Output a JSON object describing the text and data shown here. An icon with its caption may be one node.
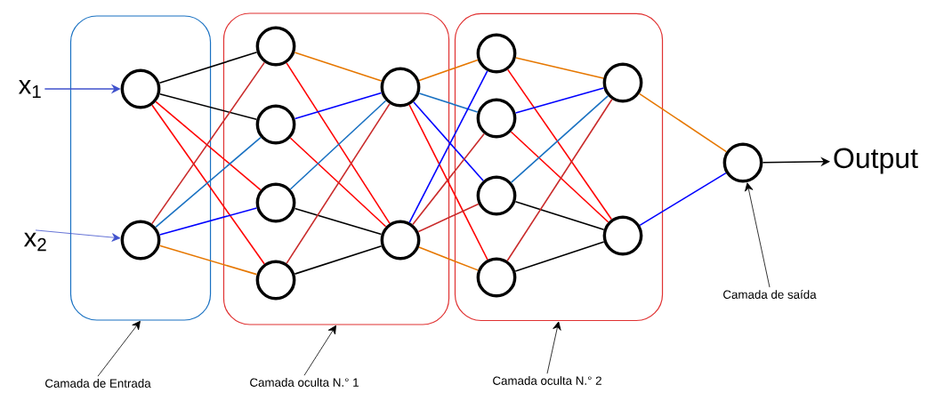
{
  "diagram": {
    "nodes": [
      {
        "text": [
          "x$_{1}$"
        ]
      },
      {
        "text": [
          "x$_{2}$"
        ]
      },
      {
        "text": [],
        "shape": "box"
      },
      {
        "text": [],
        "shape": "circle",
        "in": 2
      },
      {
        "text": [],
        "shape": "circle",
        "in": 2
      },
      {
        "text": [],
        "shape": "box"
      },
      {
        "text": [],
        "shape": "circle",
        "in": 5
      },
      {
        "text": [],
        "shape": "circle",
        "in": 5
      },
      {
        "text": [],
        "shape": "circle",
        "in": 5
      },
      {
        "text": [],
        "shape": "circle",
        "in": 5
      },
      {
        "text": [],
        "shape": "circle",
        "in": 5
      },
      {
        "text": [],
        "shape": "circle",
        "in": 5
      },
      {
        "text": [],
        "shape": "box"
      },
      {
        "text": [],
        "shape": "circle",
        "in": 12
      },
      {
        "text": [],
        "shape": "circle",
        "in": 12
      },
      {
        "text": [],
        "shape": "circle",
        "in": 12
      },
      {
        "text": [],
        "shape": "circle",
        "in": 12
      },
      {
        "text": [],
        "shape": "circle",
        "in": 12
      },
      {
        "text": [],
        "shape": "circle",
        "in": 12
      },
      {
        "text": [],
        "shape": "circle"
      },
      {
        "text": [
          "Output"
        ]
      },
      {
        "text": [
          "Camada de Entrada"
        ]
      },
      {
        "text": [
          "Camada oculta N.° 1"
        ]
      },
      {
        "text": [
          "Camada oculta N.° 2"
        ]
      },
      {
        "text": [
          "Camada de saída"
        ]
      }
    ],
    "edges": [
      {
        "from": 0,
        "to": 3,
        "arrow": "to",
        "color": "#3f51cc"
      },
      {
        "from": 1,
        "to": 4,
        "arrow": "to",
        "color": "#3f51cc"
      },
      {
        "from": 3,
        "to": 6,
        "arrow": "none"
      },
      {
        "from": 3,
        "to": 7,
        "arrow": "none"
      },
      {
        "from": 3,
        "to": 8,
        "arrow": "none",
        "color": "#ff0000"
      },
      {
        "from": 3,
        "to": 9,
        "arrow": "none",
        "color": "#ff0000"
      },
      {
        "from": 4,
        "to": 6,
        "arrow": "none",
        "color": "#c92a2a"
      },
      {
        "from": 4,
        "to": 7,
        "arrow": "none",
        "color": "#1971c2"
      },
      {
        "from": 4,
        "to": 8,
        "arrow": "none",
        "color": "#0000ff"
      },
      {
        "from": 4,
        "to": 9,
        "arrow": "none",
        "color": "#e67700"
      },
      {
        "from": 6,
        "to": 10,
        "arrow": "none",
        "color": "#e67700"
      },
      {
        "from": 6,
        "to": 11,
        "arrow": "none",
        "color": "#ff0000"
      },
      {
        "from": 7,
        "to": 10,
        "arrow": "none",
        "color": "#0000ff"
      },
      {
        "from": 7,
        "to": 11,
        "arrow": "none",
        "color": "#ff0000"
      },
      {
        "from": 8,
        "to": 10,
        "arrow": "none",
        "color": "#1971c2"
      },
      {
        "from": 8,
        "to": 11,
        "arrow": "none"
      },
      {
        "from": 9,
        "to": 10,
        "arrow": "none",
        "color": "#c92a2a"
      },
      {
        "from": 9,
        "to": 11,
        "arrow": "none"
      },
      {
        "from": 10,
        "to": 13,
        "arrow": "none",
        "color": "#e67700"
      },
      {
        "from": 10,
        "to": 14,
        "arrow": "none",
        "color": "#1971c2"
      },
      {
        "from": 10,
        "to": 15,
        "arrow": "none",
        "color": "#0000ff"
      },
      {
        "from": 10,
        "to": 16,
        "arrow": "none",
        "color": "#ff0000"
      },
      {
        "from": 11,
        "to": 13,
        "arrow": "none",
        "color": "#0000ff"
      },
      {
        "from": 11,
        "to": 14,
        "arrow": "none",
        "color": "#c92a2a"
      },
      {
        "from": 11,
        "to": 15,
        "arrow": "none",
        "color": "#c92a2a"
      },
      {
        "from": 11,
        "to": 16,
        "arrow": "none",
        "color": "#e67700"
      },
      {
        "from": 13,
        "to": 17,
        "arrow": "none",
        "color": "#e67700"
      },
      {
        "from": 13,
        "to": 18,
        "arrow": "none",
        "color": "#ff0000"
      },
      {
        "from": 14,
        "to": 17,
        "arrow": "none",
        "color": "#0000ff"
      },
      {
        "from": 14,
        "to": 18,
        "arrow": "none",
        "color": "#ff0000"
      },
      {
        "from": 15,
        "to": 17,
        "arrow": "none",
        "color": "#1971c2"
      },
      {
        "from": 15,
        "to": 18,
        "arrow": "none"
      },
      {
        "from": 16,
        "to": 17,
        "arrow": "none",
        "color": "#c92a2a"
      },
      {
        "from": 16,
        "to": 18,
        "arrow": "none"
      },
      {
        "from": 17,
        "to": 19,
        "arrow": "none",
        "color": "#e67700"
      },
      {
        "from": 18,
        "to": 19,
        "arrow": "none",
        "color": "#0000ff"
      },
      {
        "from": 19,
        "to": 20,
        "arrow": "to"
      },
      {
        "from": 21,
        "to": 2,
        "arrow": "to"
      },
      {
        "from": 22,
        "to": 5,
        "arrow": "to"
      },
      {
        "from": 23,
        "to": 12,
        "arrow": "to"
      },
      {
        "from": 24,
        "to": 19,
        "arrow": "to"
      }
    ]
  }
}
